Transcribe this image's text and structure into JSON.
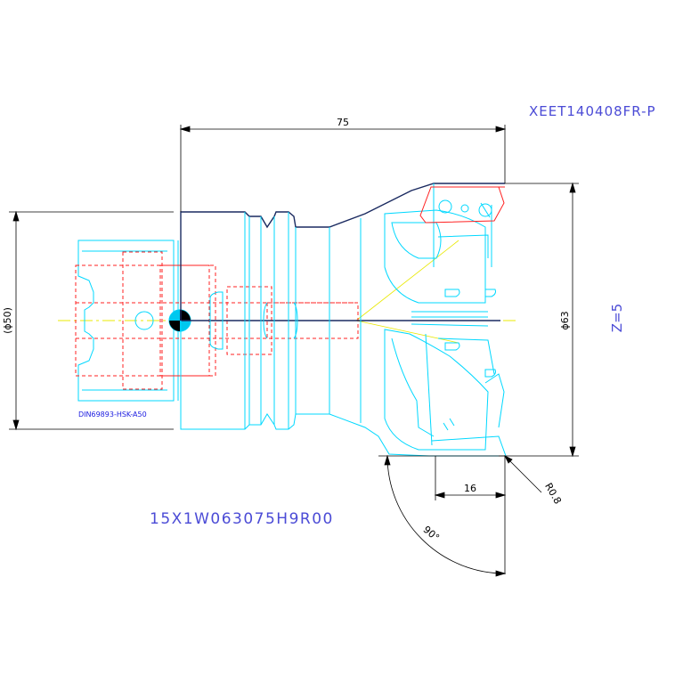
{
  "drawing": {
    "insert_code": "XEET140408FR-P",
    "tool_code": "15X1W063075H9R00",
    "teeth": "Z=5",
    "interface": "DIN69893-HSK-A50",
    "dims": {
      "length": "75",
      "shank_diameter": "(ϕ50)",
      "cutter_diameter": "ϕ63",
      "insert_width": "16",
      "corner_radius": "R0.8",
      "entering_angle": "90°"
    }
  },
  "colors": {
    "outline": "#00d8ff",
    "hidden": "#ff2020",
    "dimension": "#000000",
    "centerline": "#e8e800",
    "annotation": "#4b4bd6"
  }
}
